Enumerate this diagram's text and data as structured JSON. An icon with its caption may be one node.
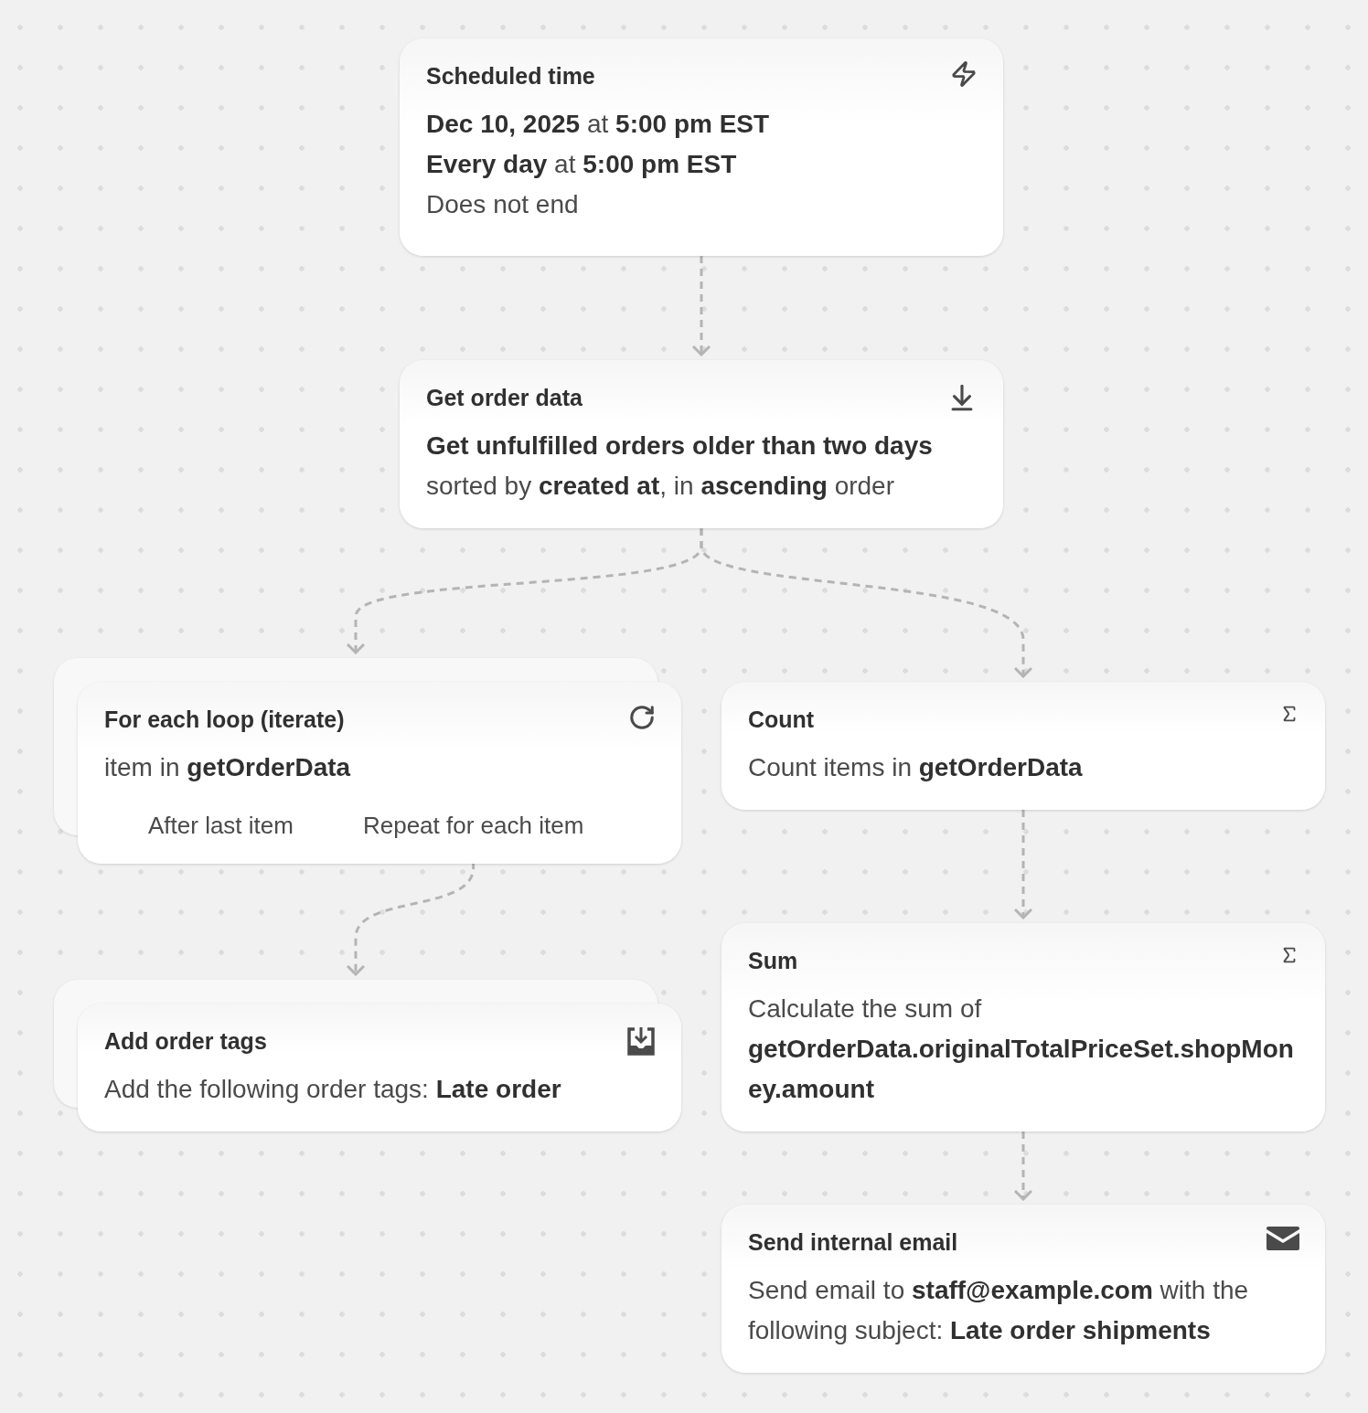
{
  "diagram": {
    "nodes": [
      {
        "text": [
          "Scheduled time",
          "**Dec 10, 2025** at **5:00 pm EST**",
          "**Every day** at **5:00 pm EST**",
          "Does not end"
        ]
      },
      {
        "text": [
          "Get order data",
          "**Get unfulfilled orders older than two days**",
          "sorted by **created at**, in **ascending** order"
        ]
      },
      {
        "text": [
          "For each loop (iterate)",
          "item in **getOrderData**"
        ]
      },
      {
        "text": [
          "After last item"
        ],
        "in": 2
      },
      {
        "text": [
          "Repeat for each item"
        ],
        "in": 2
      },
      {
        "text": [
          "Count",
          "Count items in **getOrderData**"
        ]
      },
      {
        "text": [
          "Add order tags",
          "Add the following order tags: **Late order**"
        ]
      },
      {
        "text": [
          "Sum",
          "Calculate the sum of **getOrderData.originalTotalPriceSet.shopMoney.amount**"
        ]
      },
      {
        "text": [
          "Send internal email",
          "Send email to **staff@example.com** with the following subject: **Late order shipments**"
        ]
      }
    ],
    "edges": [
      {
        "from": 0,
        "to": 1,
        "arrow": "to",
        "style": "dashed"
      },
      {
        "from": 1,
        "to": 2,
        "arrow": "to",
        "style": "dashed"
      },
      {
        "from": 1,
        "to": 5,
        "arrow": "to",
        "style": "dashed"
      },
      {
        "from": 4,
        "to": 6,
        "arrow": "to",
        "style": "dashed"
      },
      {
        "from": 5,
        "to": 7,
        "arrow": "to",
        "style": "dashed"
      },
      {
        "from": 7,
        "to": 8,
        "arrow": "to",
        "style": "dashed"
      }
    ]
  }
}
